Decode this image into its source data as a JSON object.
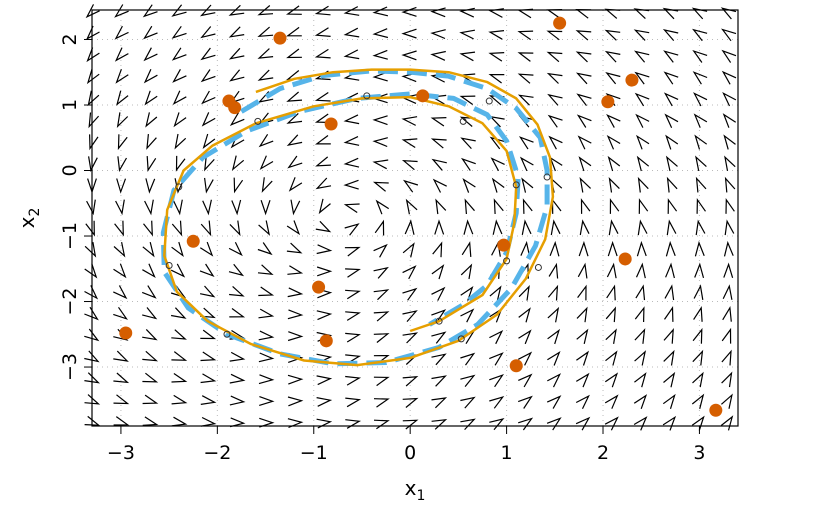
{
  "chart_data": {
    "type": "scatter",
    "title": "",
    "xlabel": "x",
    "xlabel_sub": "1",
    "ylabel": "x",
    "ylabel_sub": "2",
    "xlim": [
      -3.3,
      3.4
    ],
    "ylim": [
      -3.9,
      2.45
    ],
    "x_ticks": [
      -3,
      -2,
      -1,
      0,
      1,
      2,
      3
    ],
    "x_tick_labels": [
      "−3",
      "−2",
      "−1",
      "0",
      "1",
      "2",
      "3"
    ],
    "y_ticks": [
      -3,
      -2,
      -1,
      0,
      1,
      2
    ],
    "y_tick_labels": [
      "−3",
      "−2",
      "−1",
      "0",
      "1",
      "2"
    ],
    "grid": true,
    "legend": "none",
    "colors": {
      "points": "#d55e00",
      "solid_curve": "#e69f00",
      "dashed_curve": "#56b4e9",
      "arrows": "#000000",
      "grid": "#bbbbbb"
    },
    "observations": [
      {
        "x": 1.55,
        "y": 2.25
      },
      {
        "x": -1.35,
        "y": 2.02
      },
      {
        "x": 2.3,
        "y": 1.38
      },
      {
        "x": 2.05,
        "y": 1.05
      },
      {
        "x": -1.88,
        "y": 1.06
      },
      {
        "x": -1.82,
        "y": 0.96
      },
      {
        "x": 0.13,
        "y": 1.14
      },
      {
        "x": -0.82,
        "y": 0.71
      },
      {
        "x": -2.25,
        "y": -1.08
      },
      {
        "x": 0.97,
        "y": -1.14
      },
      {
        "x": 2.23,
        "y": -1.35
      },
      {
        "x": -0.95,
        "y": -1.78
      },
      {
        "x": -2.95,
        "y": -2.48
      },
      {
        "x": -0.87,
        "y": -2.6
      },
      {
        "x": 1.1,
        "y": -2.98
      },
      {
        "x": 3.17,
        "y": -3.66
      }
    ],
    "solid_curve": [
      [
        -1.6,
        1.2
      ],
      [
        -1.2,
        1.4
      ],
      [
        -0.8,
        1.5
      ],
      [
        -0.4,
        1.54
      ],
      [
        0.0,
        1.54
      ],
      [
        0.4,
        1.5
      ],
      [
        0.8,
        1.35
      ],
      [
        1.1,
        1.1
      ],
      [
        1.32,
        0.7
      ],
      [
        1.45,
        0.2
      ],
      [
        1.48,
        -0.4
      ],
      [
        1.4,
        -1.05
      ],
      [
        1.2,
        -1.65
      ],
      [
        0.9,
        -2.2
      ],
      [
        0.5,
        -2.6
      ],
      [
        0.0,
        -2.86
      ],
      [
        -0.55,
        -2.97
      ],
      [
        -1.1,
        -2.9
      ],
      [
        -1.65,
        -2.65
      ],
      [
        -2.1,
        -2.3
      ],
      [
        -2.42,
        -1.85
      ],
      [
        -2.55,
        -1.3
      ],
      [
        -2.52,
        -0.6
      ],
      [
        -2.35,
        0.0
      ],
      [
        -2.05,
        0.38
      ],
      [
        -1.6,
        0.72
      ],
      [
        -1.0,
        0.98
      ],
      [
        -0.5,
        1.1
      ],
      [
        0.0,
        1.12
      ],
      [
        0.4,
        0.98
      ],
      [
        0.75,
        0.72
      ],
      [
        1.0,
        0.3
      ],
      [
        1.1,
        -0.25
      ],
      [
        1.08,
        -0.8
      ],
      [
        1.0,
        -1.35
      ],
      [
        0.75,
        -1.9
      ],
      [
        0.3,
        -2.3
      ],
      [
        0.0,
        -2.45
      ]
    ],
    "dashed_curve": [
      [
        -1.75,
        0.9
      ],
      [
        -1.35,
        1.25
      ],
      [
        -0.9,
        1.45
      ],
      [
        -0.4,
        1.52
      ],
      [
        0.0,
        1.5
      ],
      [
        0.4,
        1.44
      ],
      [
        0.8,
        1.25
      ],
      [
        1.1,
        0.95
      ],
      [
        1.35,
        0.5
      ],
      [
        1.42,
        0.0
      ],
      [
        1.42,
        -0.55
      ],
      [
        1.3,
        -1.15
      ],
      [
        1.05,
        -1.8
      ],
      [
        0.7,
        -2.35
      ],
      [
        0.3,
        -2.7
      ],
      [
        -0.25,
        -2.93
      ],
      [
        -0.8,
        -2.95
      ],
      [
        -1.35,
        -2.8
      ],
      [
        -1.9,
        -2.5
      ],
      [
        -2.3,
        -2.1
      ],
      [
        -2.55,
        -1.55
      ],
      [
        -2.56,
        -0.95
      ],
      [
        -2.45,
        -0.3
      ],
      [
        -2.15,
        0.2
      ],
      [
        -1.7,
        0.6
      ],
      [
        -1.15,
        0.9
      ],
      [
        -0.55,
        1.1
      ],
      [
        0.0,
        1.17
      ],
      [
        0.45,
        1.1
      ],
      [
        0.8,
        0.85
      ],
      [
        1.0,
        0.45
      ],
      [
        1.12,
        -0.1
      ],
      [
        1.1,
        -0.65
      ],
      [
        1.0,
        -1.25
      ],
      [
        0.8,
        -1.75
      ],
      [
        0.55,
        -2.05
      ],
      [
        0.2,
        -2.35
      ]
    ],
    "markers": [
      [
        -1.58,
        0.75
      ],
      [
        -0.45,
        1.14
      ],
      [
        0.82,
        1.06
      ],
      [
        0.55,
        0.75
      ],
      [
        1.1,
        -0.22
      ],
      [
        1.42,
        -0.1
      ],
      [
        1.0,
        -1.38
      ],
      [
        1.33,
        -1.48
      ],
      [
        0.53,
        -2.57
      ],
      [
        0.3,
        -2.3
      ],
      [
        -2.4,
        -0.25
      ],
      [
        -2.5,
        -1.45
      ],
      [
        -1.9,
        -2.5
      ]
    ]
  }
}
